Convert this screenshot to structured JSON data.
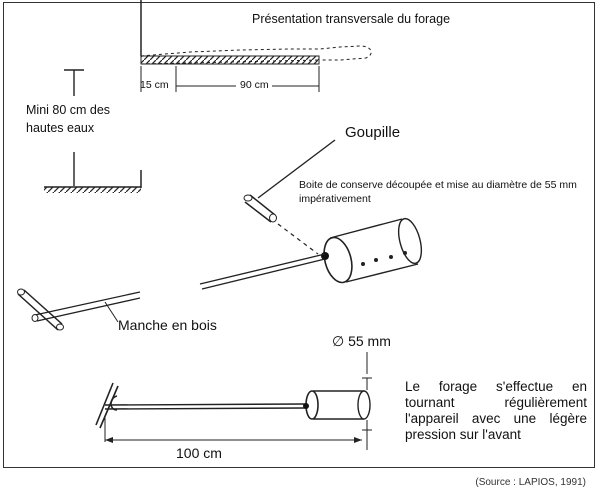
{
  "labels": {
    "title": "Présentation transversale du forage",
    "dim_15": "15 cm",
    "dim_90": "90 cm",
    "mini": "Mini 80 cm des hautes eaux",
    "goupille": "Goupille",
    "boite": "Boite de conserve découpée et mise au diamètre de 55 mm impérativement",
    "manche": "Manche en bois",
    "diametre": "∅ 55 mm",
    "forage_note": "Le forage s'effectue en tournant régulièrement l'appareil avec une légère pression sur l'avant",
    "longueur": "100 cm",
    "source": "(Source : LAPIOS, 1991)"
  }
}
